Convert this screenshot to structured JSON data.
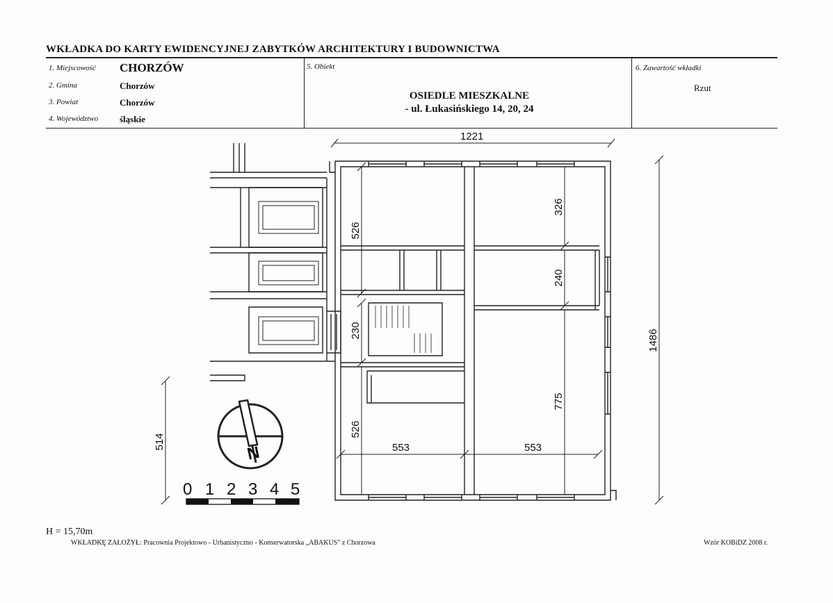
{
  "header": {
    "title": "WKŁADKA DO KARTY EWIDENCYJNEJ ZABYTKÓW ARCHITEKTURY I BUDOWNICTWA"
  },
  "fields": {
    "miejscowosc_label": "1. Miejscowość",
    "miejscowosc_value": "CHORZÓW",
    "gmina_label": "2. Gmina",
    "gmina_value": "Chorzów",
    "powiat_label": "3. Powiat",
    "powiat_value": "Chorzów",
    "wojewodztwo_label": "4. Województwo",
    "wojewodztwo_value": "śląskie",
    "obiekt_label": "5. Obiekt",
    "obiekt_line1": "OSIEDLE MIESZKALNE",
    "obiekt_line2": "- ul. Łukasińskiego 14, 20, 24",
    "zawartosc_label": "6. Zawartość wkładki",
    "zawartosc_value": "Rzut"
  },
  "plan": {
    "dim_width": "1221",
    "dim_height": "1486",
    "dim_526_top": "526",
    "dim_326": "326",
    "dim_240": "240",
    "dim_230": "230",
    "dim_775": "775",
    "dim_526_bottom": "526",
    "dim_553_left": "553",
    "dim_553_right": "553",
    "dim_514": "514",
    "north": "N",
    "scale": [
      "0",
      "1",
      "2",
      "3",
      "4",
      "5"
    ]
  },
  "footer": {
    "height": "H = 15,70m",
    "author": "WKŁADKĘ ZAŁOŻYŁ: Pracownia Projektowo - Urbanistyczno - Konserwatorska „ABAKUS\" z Chorzowa",
    "template": "Wzór KOBiDZ 2008 r."
  }
}
